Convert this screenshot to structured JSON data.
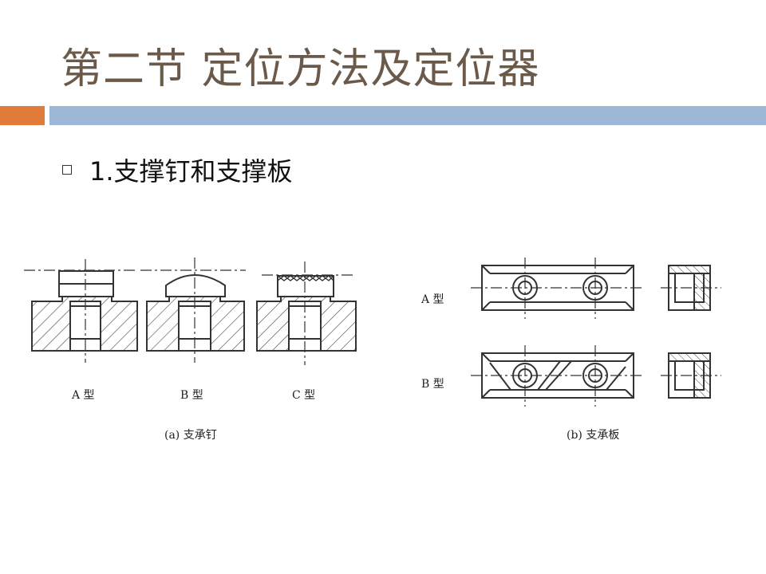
{
  "slide": {
    "title": "第二节  定位方法及定位器",
    "bullet": "1.支撑钉和支撑板"
  },
  "figure": {
    "pins": {
      "type_labels": [
        "A 型",
        "B 型",
        "C 型"
      ],
      "caption": "(a)  支承钉"
    },
    "plates": {
      "type_labels": [
        "A 型",
        "B 型"
      ],
      "caption": "(b)  支承板"
    }
  }
}
